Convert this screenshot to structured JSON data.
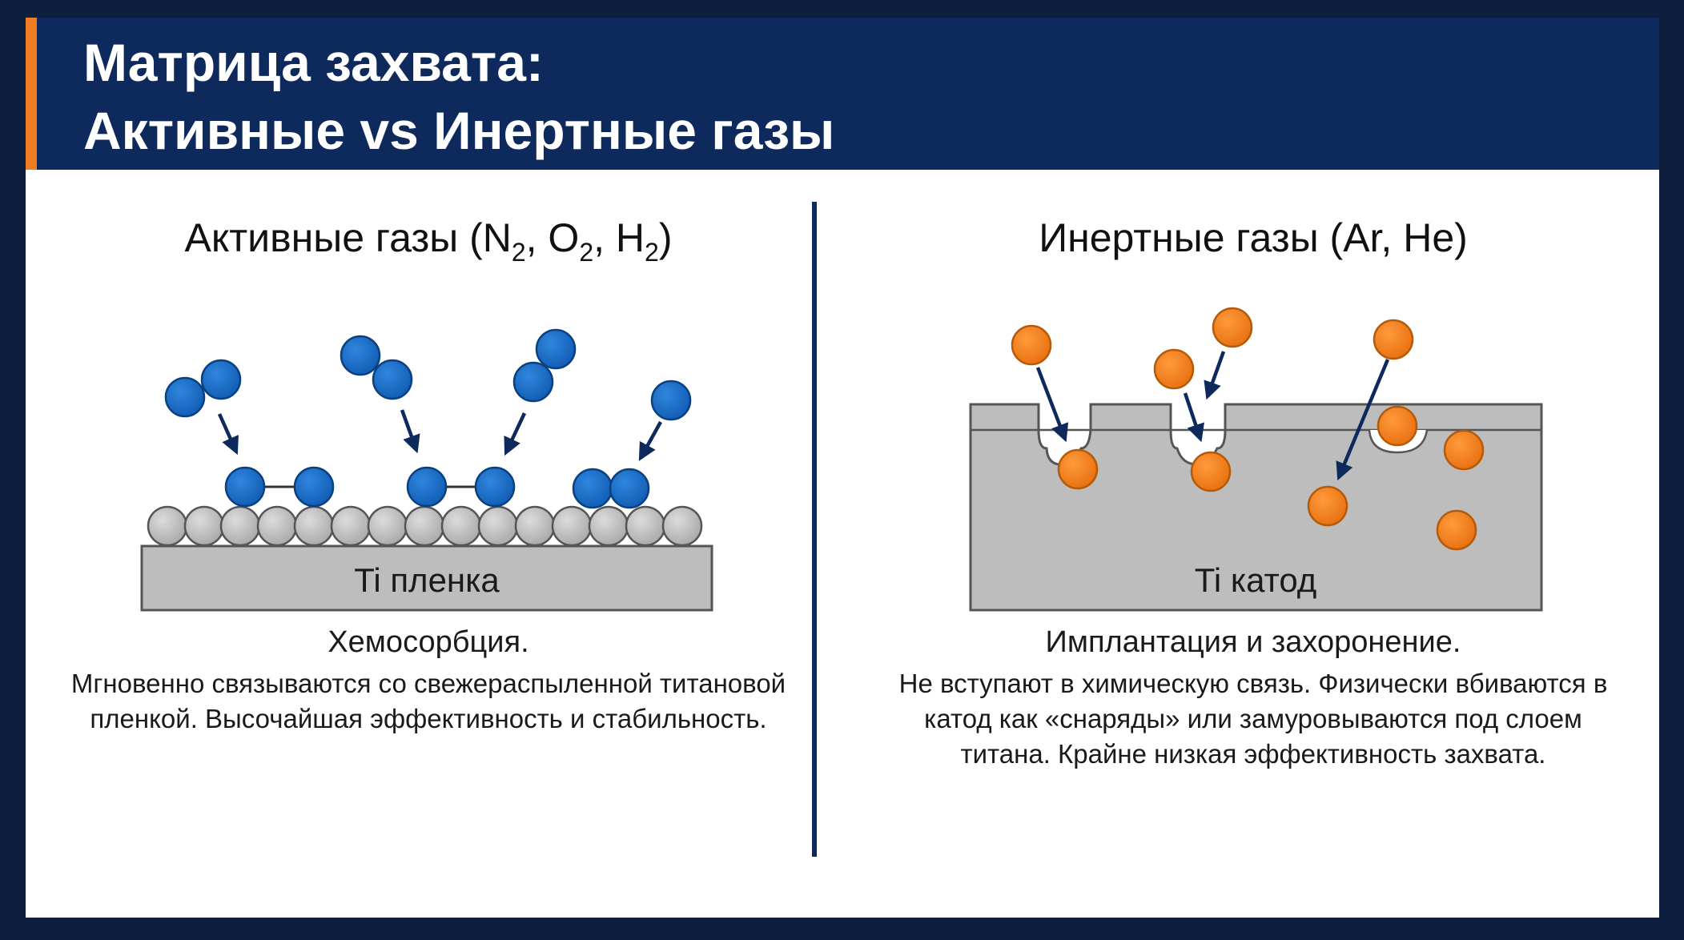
{
  "title": {
    "line1": "Матрица захвата:",
    "line2": "Активные vs Инертные газы"
  },
  "active": {
    "title_prefix": "Активные газы (",
    "gas1": "N",
    "gas1_sub": "2",
    "sep1": ", ",
    "gas2": "O",
    "gas2_sub": "2",
    "sep2": ", ",
    "gas3": "H",
    "gas3_sub": "2",
    "title_suffix": ")",
    "substrate_label": "Ti пленка",
    "caption_head": "Хемосорбция.",
    "caption_body": "Мгновенно связываются со свежераспыленной титановой пленкой. Высочайшая эффективность и стабильность."
  },
  "inert": {
    "title": "Инертные газы (Ar, He)",
    "substrate_label": "Ti катод",
    "caption_head": "Имплантация и захоронение.",
    "caption_body": "Не вступают в химическую связь. Физически вбиваются в катод как «снаряды» или замуровываются под слоем титана. Крайне низкая эффективность захвата."
  },
  "colors": {
    "header_bg": "#0e2a5c",
    "accent": "#ef7d22",
    "active_molecule": "#1769c4",
    "inert_atom": "#f07d1c",
    "titanium": "#bdbdbd",
    "arrow": "#0e2a5c"
  }
}
